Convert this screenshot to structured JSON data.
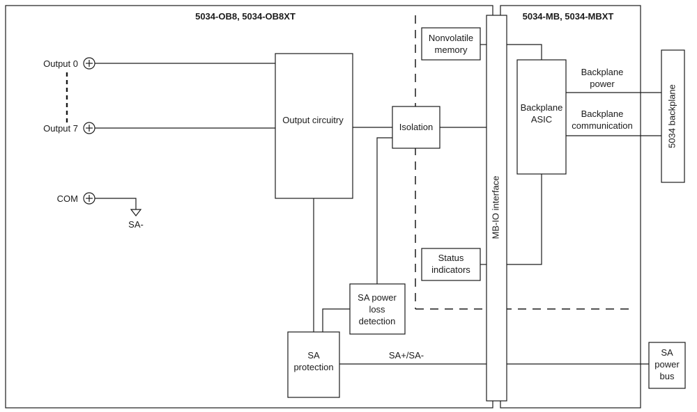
{
  "module_left_title": "5034-OB8, 5034-OB8XT",
  "module_right_title": "5034-MB, 5034-MBXT",
  "outputs": {
    "output0": "Output 0",
    "output7": "Output 7",
    "com": "COM",
    "sa_minus": "SA-"
  },
  "blocks": {
    "output_circuitry": "Output circuitry",
    "isolation": "Isolation",
    "nonvolatile_memory": [
      "Nonvolatile",
      "memory"
    ],
    "status_indicators": [
      "Status",
      "indicators"
    ],
    "sa_power_loss": [
      "SA power",
      "loss",
      "detection"
    ],
    "sa_protection": [
      "SA",
      "protection"
    ],
    "mbio_interface": "MB-IO interface",
    "backplane_asic": [
      "Backplane",
      "ASIC"
    ],
    "backplane_5034": "5034 backplane",
    "sa_power_bus": [
      "SA",
      "power",
      "bus"
    ]
  },
  "signals": {
    "backplane_power": [
      "Backplane",
      "power"
    ],
    "backplane_communication": [
      "Backplane",
      "communication"
    ],
    "sa_bus": "SA+/SA-"
  }
}
